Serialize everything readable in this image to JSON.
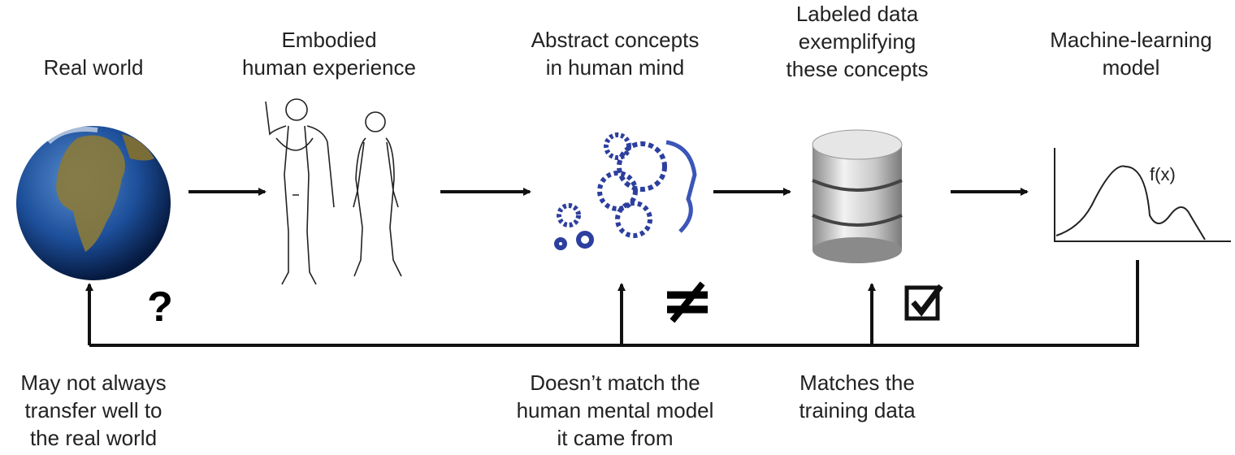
{
  "stages": [
    {
      "label": "Real world"
    },
    {
      "label": "Embodied\nhuman experience"
    },
    {
      "label": "Abstract concepts\nin human mind"
    },
    {
      "label": "Labeled data\nexemplifying\nthese concepts"
    },
    {
      "label": "Machine-learning\nmodel"
    }
  ],
  "function_label": "f(x)",
  "symbols": {
    "question": "?",
    "not_equal": "≠",
    "check": "✓"
  },
  "outcomes": [
    {
      "label": "May not always\ntransfer well to\nthe real world"
    },
    {
      "label": "Doesn’t match the\nhuman mental model\nit came from"
    },
    {
      "label": "Matches the\ntraining data"
    }
  ]
}
